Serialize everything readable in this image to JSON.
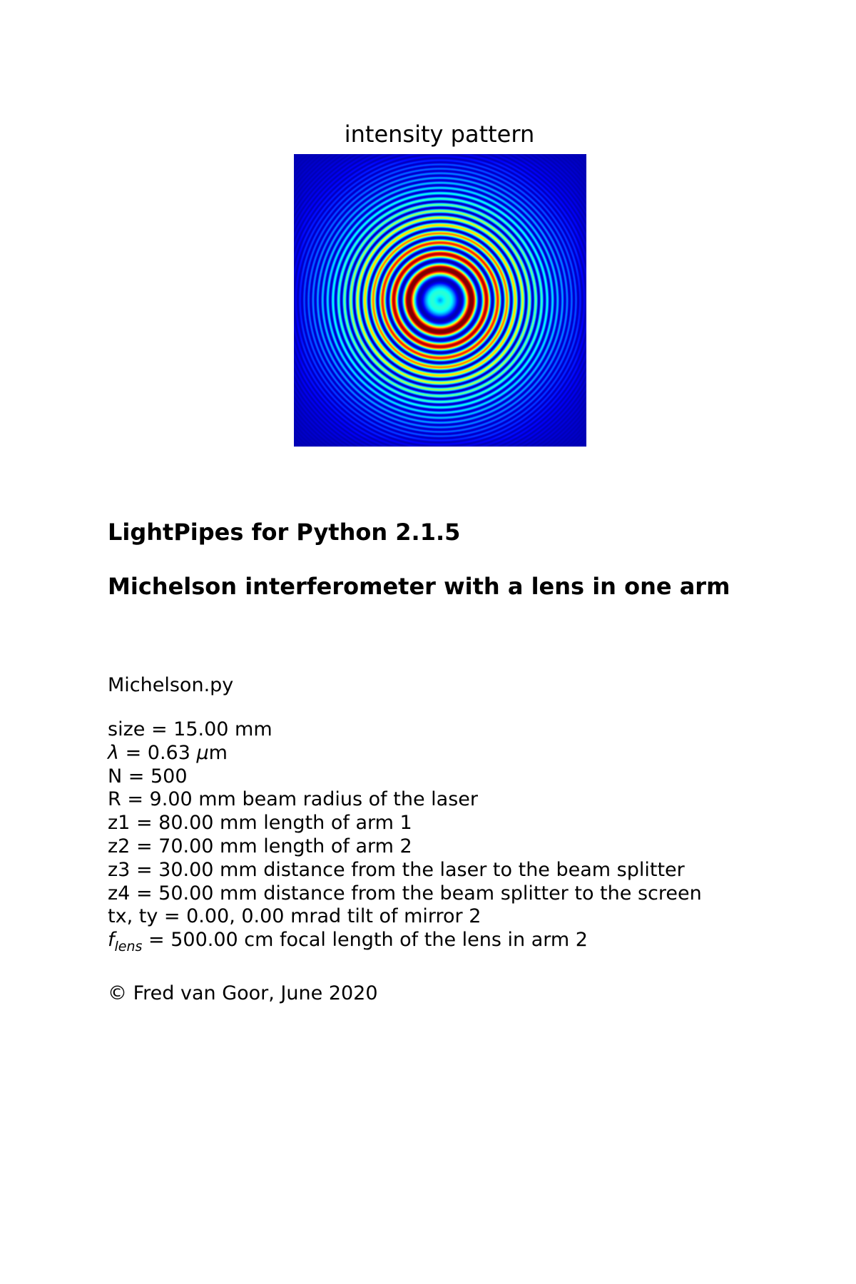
{
  "figure": {
    "title": "intensity pattern",
    "colormap": "jet",
    "colors": [
      "#00008f",
      "#0000ff",
      "#0080ff",
      "#00ffff",
      "#80ff80",
      "#ffff00",
      "#ff8000",
      "#ff0000",
      "#800000"
    ]
  },
  "document": {
    "heading1": "LightPipes for Python 2.1.5",
    "heading2": "Michelson interferometer with a lens in one arm",
    "filename": "Michelson.py",
    "params": [
      {
        "symbol": "size",
        "subscript": "",
        "text": " = 15.00 mm",
        "italic": false
      },
      {
        "symbol": "λ",
        "subscript": "",
        "text": " = 0.63 μm",
        "italic": true
      },
      {
        "symbol": "N",
        "subscript": "",
        "text": " = 500",
        "italic": false
      },
      {
        "symbol": "R",
        "subscript": "",
        "text": " = 9.00 mm beam radius of the laser",
        "italic": false
      },
      {
        "symbol": "z1",
        "subscript": "",
        "text": " = 80.00 mm length of arm 1",
        "italic": false
      },
      {
        "symbol": "z2",
        "subscript": "",
        "text": " = 70.00 mm length of arm 2",
        "italic": false
      },
      {
        "symbol": "z3",
        "subscript": "",
        "text": " = 30.00 mm distance from the laser to the beam splitter",
        "italic": false
      },
      {
        "symbol": "z4",
        "subscript": "",
        "text": " = 50.00 mm distance from the beam splitter to the screen",
        "italic": false
      },
      {
        "symbol": "tx, ty",
        "subscript": "",
        "text": " = 0.00, 0.00 mrad tilt of mirror 2",
        "italic": false
      },
      {
        "symbol": "f",
        "subscript": "lens",
        "text": " = 500.00 cm focal length of the lens in arm 2",
        "italic": true
      }
    ],
    "copyright": "© Fred van Goor, June 2020"
  }
}
